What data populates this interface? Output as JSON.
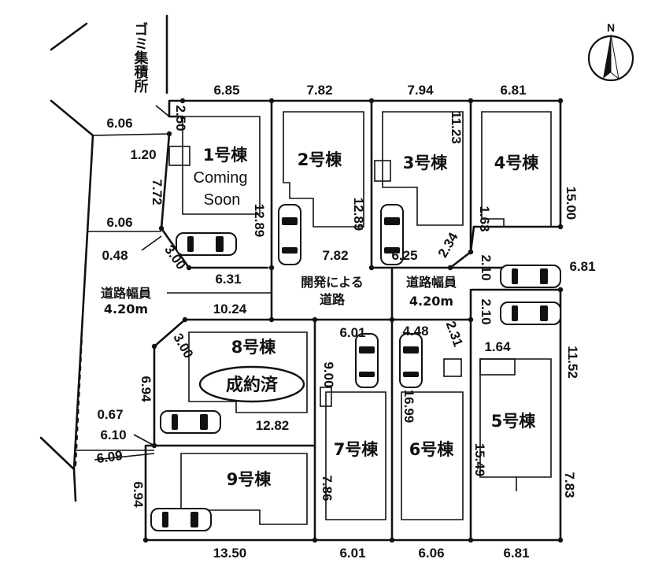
{
  "compass": {
    "label": "N"
  },
  "garbage_area": {
    "label": "ゴミ集積所"
  },
  "lots": [
    {
      "id": 1,
      "label": "1号棟",
      "status": "Coming Soon"
    },
    {
      "id": 2,
      "label": "2号棟"
    },
    {
      "id": 3,
      "label": "3号棟"
    },
    {
      "id": 4,
      "label": "4号棟"
    },
    {
      "id": 5,
      "label": "5号棟"
    },
    {
      "id": 6,
      "label": "6号棟"
    },
    {
      "id": 7,
      "label": "7号棟"
    },
    {
      "id": 8,
      "label": "8号棟",
      "status": "成約済"
    },
    {
      "id": 9,
      "label": "9号棟"
    }
  ],
  "status": {
    "coming": "Coming",
    "soon": "Soon",
    "sold": "成約済"
  },
  "roads": {
    "dev_road": "開発による",
    "dev_road_2": "道路",
    "left_width": "道路幅員",
    "left_value": "4.20m",
    "right_width": "道路幅員",
    "right_value": "4.20m"
  },
  "dims": {
    "d_685": "6.85",
    "d_782": "7.82",
    "d_794": "7.94",
    "d_681": "6.81",
    "d_606a": "6.06",
    "d_250": "2.50",
    "d_120": "1.20",
    "d_772": "7.72",
    "d_1289a": "12.89",
    "d_1289b": "12.89",
    "d_1123": "11.23",
    "d_1500": "15.00",
    "d_163": "1.63",
    "d_606b": "6.06",
    "d_048": "0.48",
    "d_300a": "3.00",
    "d_782b": "7.82",
    "d_625": "6.25",
    "d_234": "2.34",
    "d_210a": "2.10",
    "d_681b": "6.81",
    "d_631": "6.31",
    "d_1024": "10.24",
    "d_210b": "2.10",
    "d_300b": "3.00",
    "d_601a": "6.01",
    "d_448": "4.48",
    "d_231": "2.31",
    "d_164": "1.64",
    "d_1152": "11.52",
    "d_694a": "6.94",
    "d_900": "9.00",
    "d_1699": "16.99",
    "d_1282": "12.82",
    "d_067": "0.67",
    "d_610": "6.10",
    "d_609": "6.09",
    "d_1549": "15.49",
    "d_694b": "6.94",
    "d_786": "7.86",
    "d_783": "7.83",
    "d_1350": "13.50",
    "d_601b": "6.01",
    "d_606c": "6.06",
    "d_681c": "6.81"
  },
  "north_arrow_color": "#111111"
}
